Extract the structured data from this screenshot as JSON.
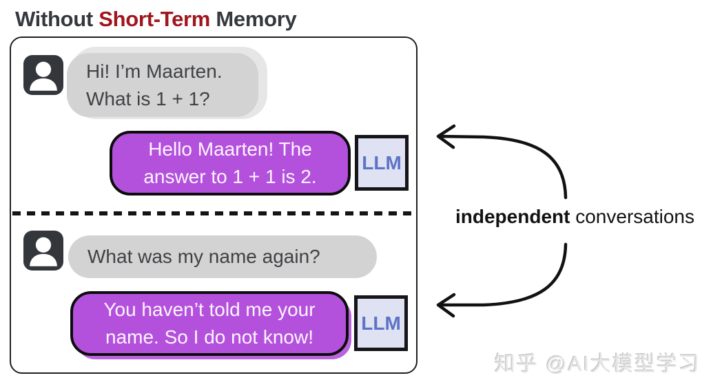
{
  "title": {
    "part1": "Without ",
    "highlight": "Short-Term",
    "part2": " Memory"
  },
  "chat": {
    "conversation1": {
      "user_lines": [
        "Hi! I’m Maarten.",
        "What is 1 + 1?"
      ],
      "llm_lines": [
        "Hello Maarten! The",
        "answer to 1 + 1 is 2."
      ],
      "llm_label": "LLM"
    },
    "conversation2": {
      "user_lines": [
        "What was my name again?"
      ],
      "llm_lines": [
        "You haven’t told me your",
        "name. So I do not know!"
      ],
      "llm_label": "LLM"
    }
  },
  "annotation": {
    "bold": "independent",
    "rest": " conversations"
  },
  "watermark": "知乎 @AI大模型学习",
  "colors": {
    "title_text": "#35383d",
    "title_highlight": "#a1151d",
    "user_bubble": "#d3d3d3",
    "user_bubble_text": "#3f4145",
    "llm_bubble": "#b351dc",
    "llm_bubble_text": "#fdf5ff",
    "llm_badge_bg": "#dee2f3",
    "llm_badge_text": "#5d73c6",
    "avatar": "#33373c",
    "arrow": "#121212"
  }
}
